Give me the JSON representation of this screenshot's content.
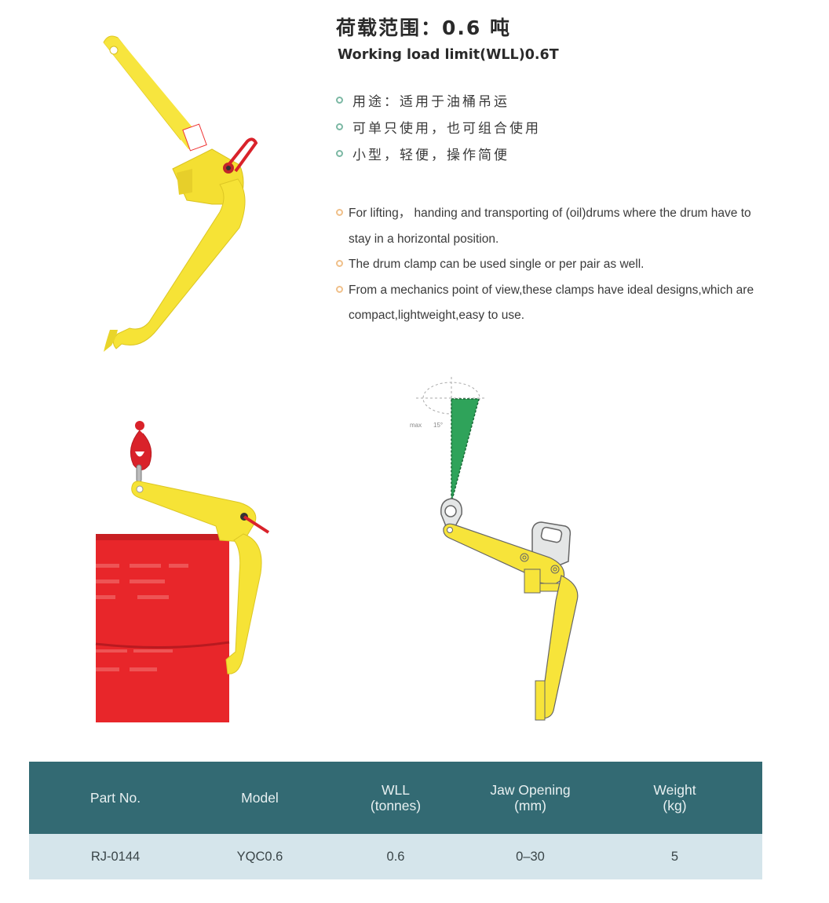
{
  "header": {
    "title_cn": "荷载范围：0.6 吨",
    "title_en": "Working load limit(WLL)0.6T"
  },
  "features_cn": [
    "用途：适用于油桶吊运",
    "可单只使用，也可组合使用",
    "小型，轻便，操作简便"
  ],
  "features_en": [
    "For lifting， handing and transporting of (oil)drums where the drum have to stay in a horizontal position.",
    "The drum clamp can be used single or per pair as well.",
    "From a mechanics point of view,these clamps have ideal designs,which are compact,lightweight,easy to use."
  ],
  "diagram": {
    "angle_label": "max",
    "angle_value": "15°"
  },
  "colors": {
    "clamp_yellow": "#f7e43a",
    "drum_red": "#e8262a",
    "hook_red": "#d9222a",
    "angle_green": "#2fa35a",
    "table_header": "#336a73",
    "table_row": "#d5e5eb"
  },
  "spec_table": {
    "headers": [
      {
        "line1": "Part No.",
        "line2": ""
      },
      {
        "line1": "Model",
        "line2": ""
      },
      {
        "line1": "WLL",
        "line2": "(tonnes)"
      },
      {
        "line1": "Jaw Opening",
        "line2": "(mm)"
      },
      {
        "line1": "Weight",
        "line2": "(kg)"
      }
    ],
    "rows": [
      [
        "RJ-0144",
        "YQC0.6",
        "0.6",
        "0–30",
        "5"
      ]
    ]
  }
}
